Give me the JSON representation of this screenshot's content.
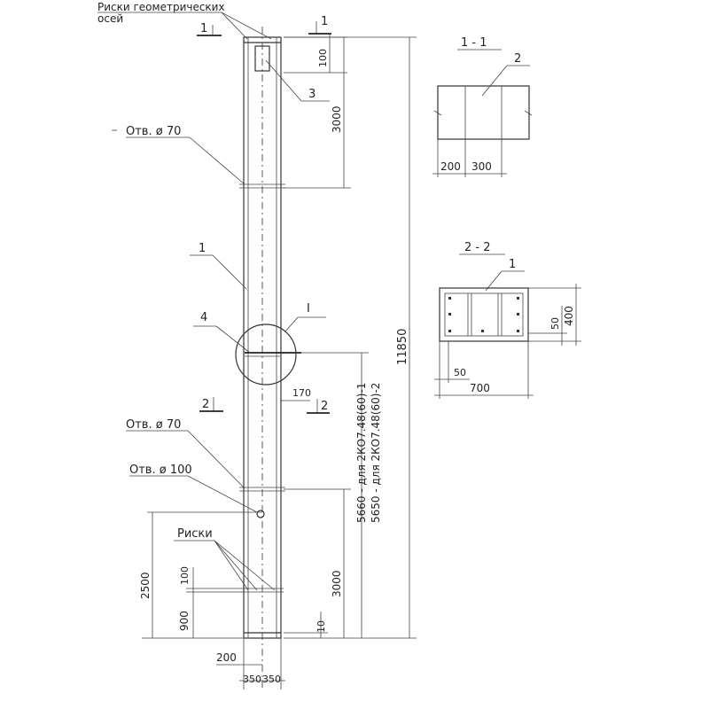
{
  "labels": {
    "axis_marks_line1": "Риски геометрических",
    "axis_marks_line2": "осей",
    "hole70_top": "Отв. ø 70",
    "hole70_bottom": "Отв. ø 70",
    "hole100": "Отв. ø 100",
    "marks": "Риски",
    "callout_1": "1",
    "callout_1_sec": "1",
    "callout_2": "2",
    "callout_3": "3",
    "callout_4": "4",
    "detail_I": "I",
    "section_1_1": "1 - 1",
    "section_2_2": "2 - 2",
    "cut_mark_1_left": "1",
    "cut_mark_1_right": "1",
    "cut_mark_2_left": "2",
    "cut_mark_2_right": "2",
    "note_line1": "5660 - для 2КО7.48(60)-1",
    "note_line2": "5650 - для 2КО7.48(60)-2"
  },
  "dimensions": {
    "d100_top": "100",
    "d3000_top": "3000",
    "d11850": "11850",
    "d170": "170",
    "d2500": "2500",
    "d100_bottom": "100",
    "d900": "900",
    "d3000_bottom": "3000",
    "d10": "10",
    "d200_bottom": "200",
    "d350_left": "350",
    "d350_right": "350",
    "sec1_200": "200",
    "sec1_300": "300",
    "sec2_50_right": "50",
    "sec2_400": "400",
    "sec2_50_bottom": "50",
    "sec2_700": "700"
  }
}
